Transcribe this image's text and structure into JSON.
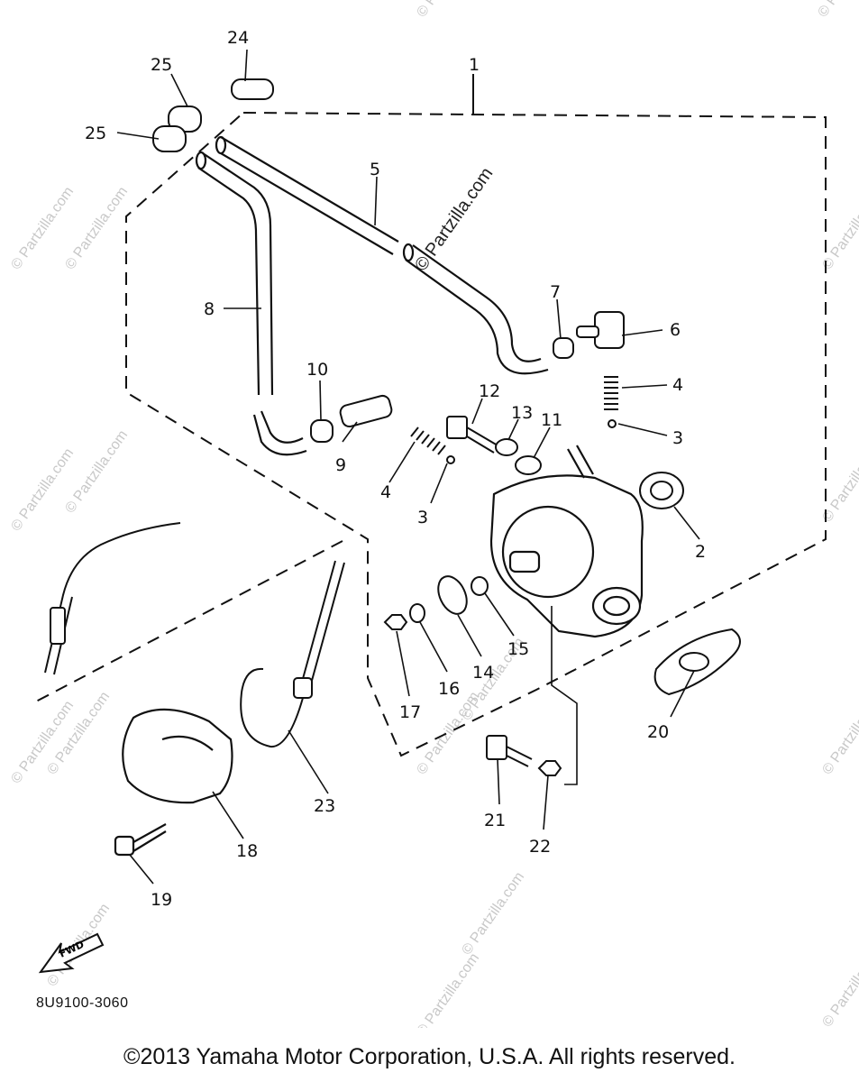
{
  "diagram": {
    "callouts": [
      "1",
      "2",
      "3",
      "3",
      "4",
      "4",
      "5",
      "6",
      "7",
      "8",
      "9",
      "10",
      "11",
      "12",
      "13",
      "14",
      "15",
      "16",
      "17",
      "18",
      "19",
      "20",
      "21",
      "22",
      "23",
      "24",
      "25",
      "25"
    ],
    "center_watermark": "© Partzilla.com",
    "watermark_text": "© Partzilla.com",
    "fwd_label": "FWD"
  },
  "part_code": "8U9100-3060",
  "copyright": "©2013 Yamaha Motor Corporation, U.S.A. All rights reserved."
}
